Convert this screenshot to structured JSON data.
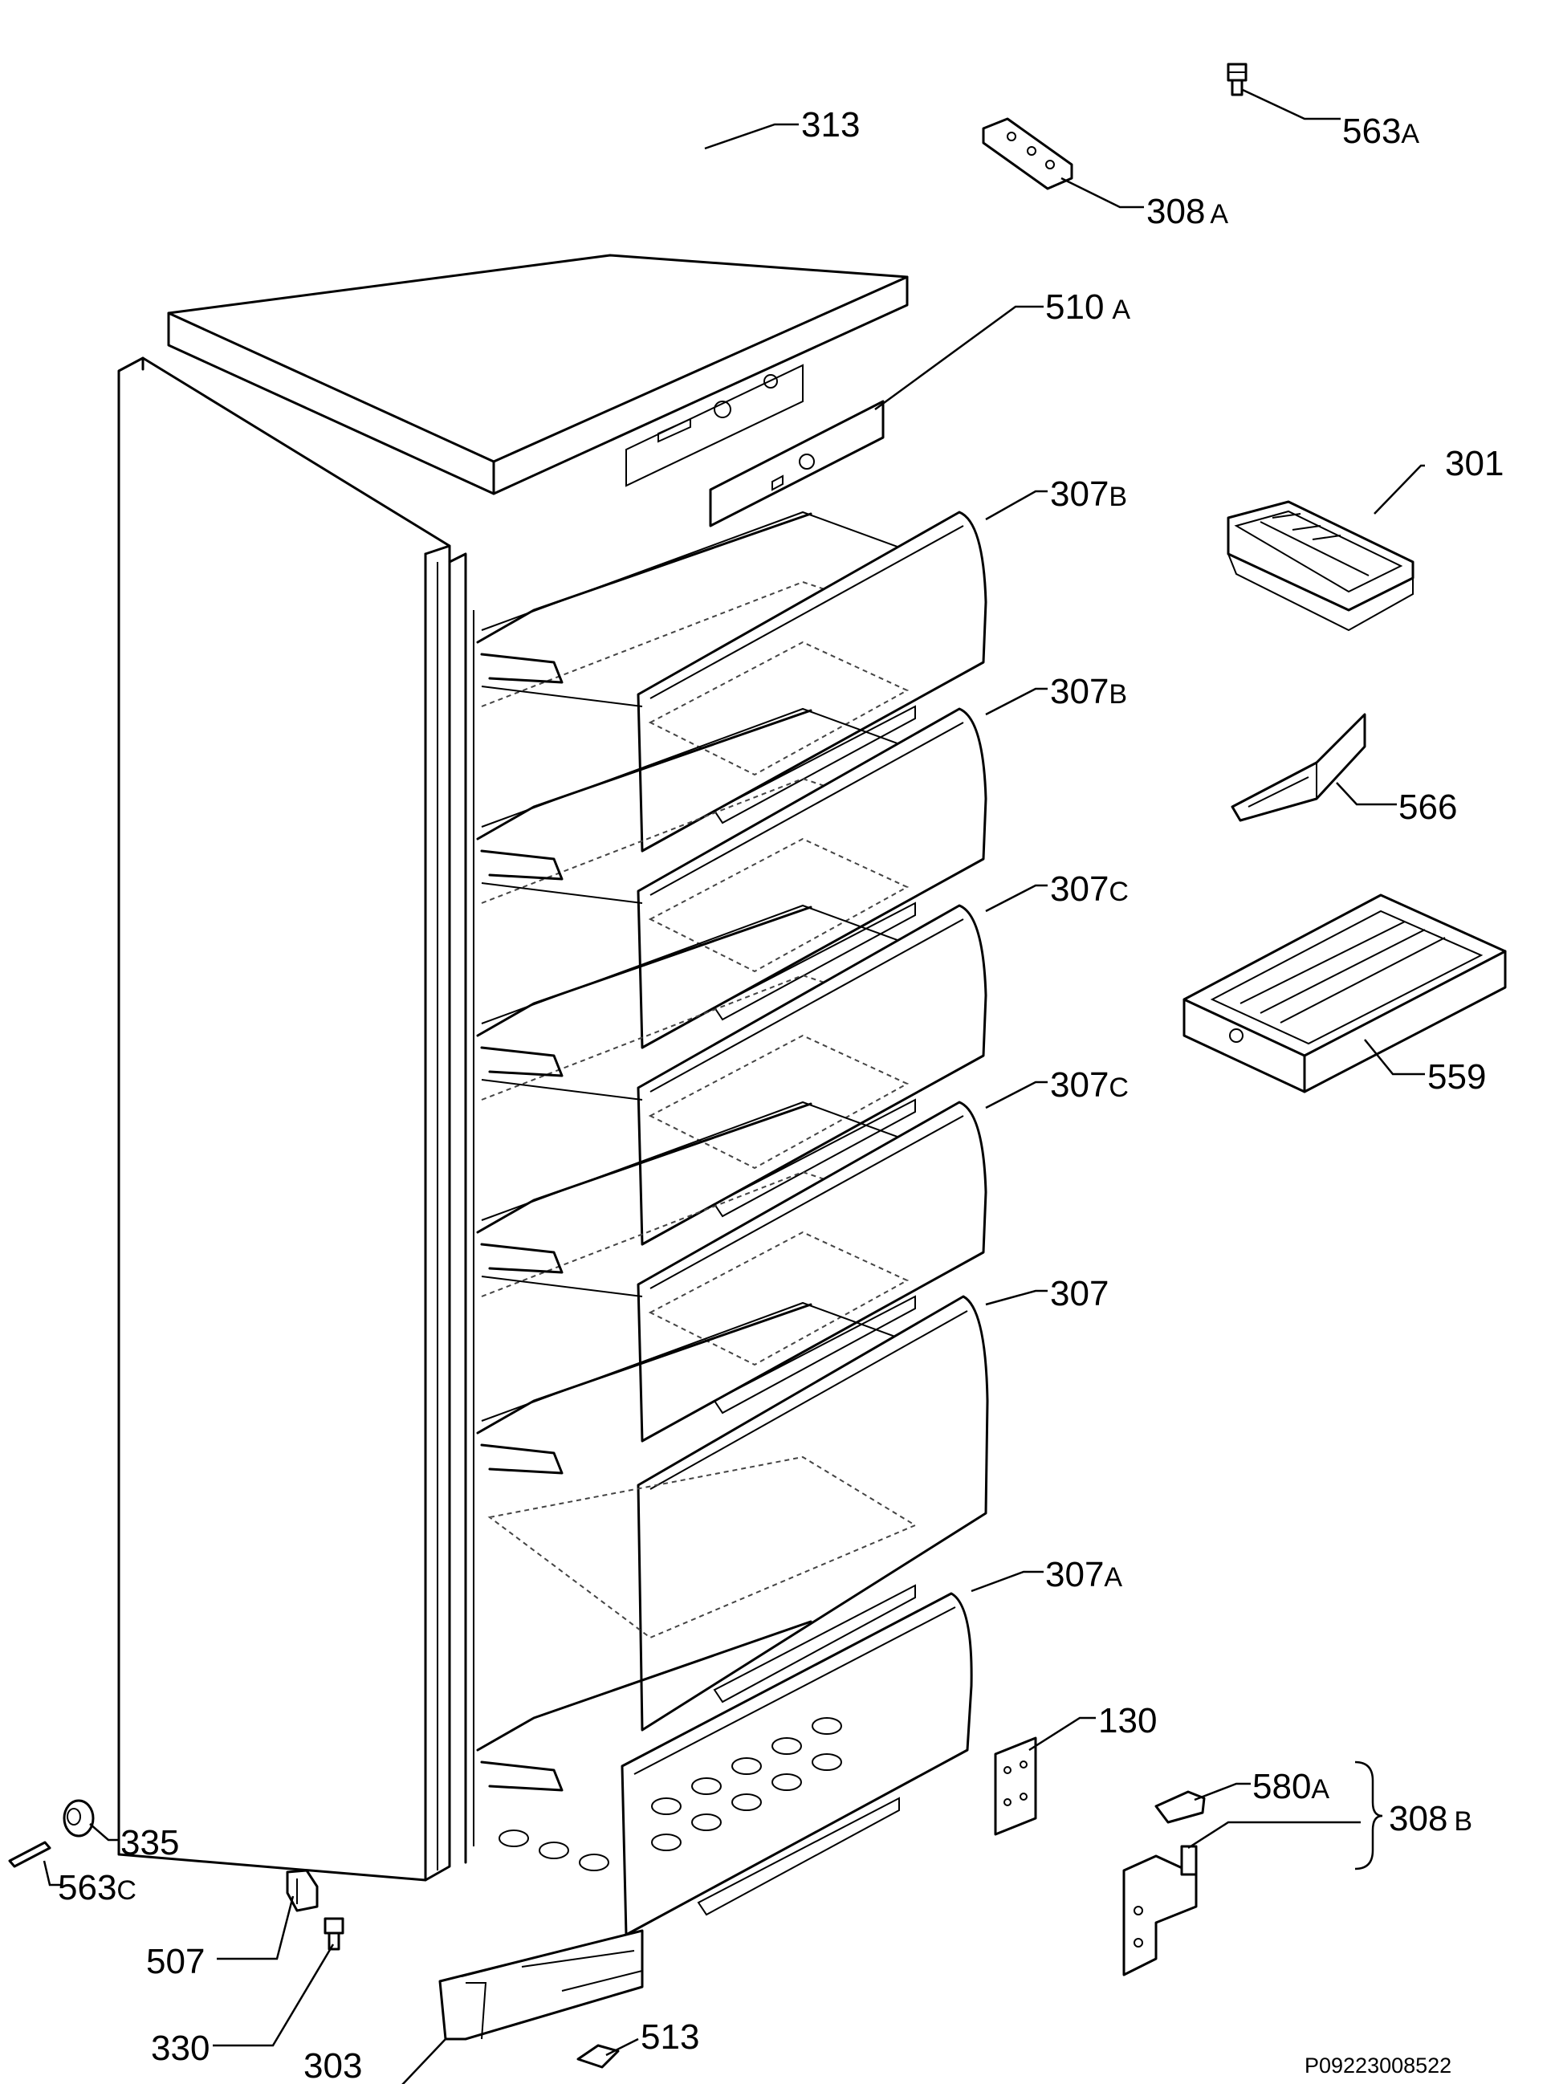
{
  "diagram": {
    "drawing_code": "P09223008522",
    "part_labels": [
      {
        "id": "lbl-313",
        "num": "313",
        "suf": ""
      },
      {
        "id": "lbl-563a",
        "num": "563",
        "suf": "A"
      },
      {
        "id": "lbl-308a",
        "num": "308",
        "suf": "A"
      },
      {
        "id": "lbl-510a",
        "num": "510",
        "suf": "A"
      },
      {
        "id": "lbl-301",
        "num": "301",
        "suf": ""
      },
      {
        "id": "lbl-307b-1",
        "num": "307",
        "suf": "B"
      },
      {
        "id": "lbl-307b-2",
        "num": "307",
        "suf": "B"
      },
      {
        "id": "lbl-566",
        "num": "566",
        "suf": ""
      },
      {
        "id": "lbl-307c-1",
        "num": "307",
        "suf": "C"
      },
      {
        "id": "lbl-559",
        "num": "559",
        "suf": ""
      },
      {
        "id": "lbl-307c-2",
        "num": "307",
        "suf": "C"
      },
      {
        "id": "lbl-307",
        "num": "307",
        "suf": ""
      },
      {
        "id": "lbl-307a",
        "num": "307",
        "suf": "A"
      },
      {
        "id": "lbl-130",
        "num": "130",
        "suf": ""
      },
      {
        "id": "lbl-580a",
        "num": "580",
        "suf": "A"
      },
      {
        "id": "lbl-308b",
        "num": "308",
        "suf": "B"
      },
      {
        "id": "lbl-335",
        "num": "335",
        "suf": ""
      },
      {
        "id": "lbl-563c",
        "num": "563",
        "suf": "C"
      },
      {
        "id": "lbl-507",
        "num": "507",
        "suf": ""
      },
      {
        "id": "lbl-330",
        "num": "330",
        "suf": ""
      },
      {
        "id": "lbl-303",
        "num": "303",
        "suf": ""
      },
      {
        "id": "lbl-513",
        "num": "513",
        "suf": ""
      }
    ]
  }
}
